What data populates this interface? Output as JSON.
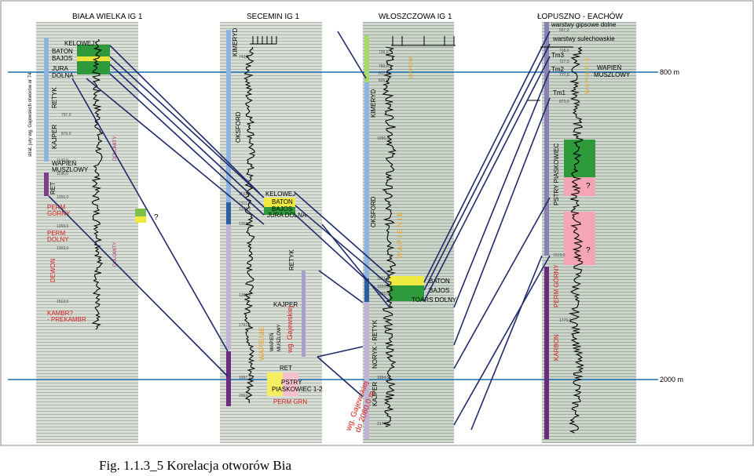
{
  "wells": {
    "bw": {
      "title": "BIAŁA WIELKA IG 1"
    },
    "sec": {
      "title": "SECEMIN IG 1"
    },
    "wl": {
      "title": "WŁOSZCZOWA IG 1"
    },
    "lop": {
      "title": "ŁOPUSZNO - EACHÓW"
    }
  },
  "depth_markers": {
    "d800": "800 m",
    "d2000": "2000 m"
  },
  "side_note": "strat. jury wg. Gajewskich otworów nr 74",
  "bw_units": {
    "kelowej": "KELOWEJ",
    "baton": "BATON",
    "bajos": "BAJOS",
    "jura": "JURA",
    "dolna": "DOLNA",
    "retyk": "RETYK",
    "kajper": "KAJPER",
    "wapien": "WAPIEŃ",
    "muszlowy": "MUSZLOWY",
    "ret": "RET",
    "perm_gorny_1": "PERM",
    "perm_gorny_2": "GÓRNY",
    "perm_dolny_1": "PERM",
    "perm_dolny_2": "DOLNY",
    "dewon": "DEWON",
    "kambr_1": "KAMBR?",
    "kambr_2": "- PREKAMBR",
    "dolomity_1": "DOLOMITY",
    "dolomity_2": "DOLOMITY",
    "q": "?"
  },
  "bw_depths": [
    "797,0",
    "870,0",
    "1147,0",
    "1196,0",
    "1256,0",
    "1269,0",
    "1303,0",
    "1512,0"
  ],
  "sec_units": {
    "kimeryd": "KIMERYD",
    "oksford": "OKSFORD",
    "kelowej": "KELOWEJ",
    "baton": "BATON",
    "bajos": "BAJOS",
    "jura_dolna": "JURA DOLNA",
    "retyk": "RETYK",
    "kajper": "KAJPER",
    "wapien": "WAPIEŃ",
    "muszlowy": "MUSZLOWY",
    "wg": "wg. Gajewskiej",
    "ret": "RET",
    "pstry": "PSTRY",
    "piaskowiec": "PIASKOWIEC 1-2",
    "perm_grn": "PERM GRN",
    "wapienie_sec": "WAPIENIE"
  },
  "sec_depths": [
    "743,0",
    "1191,0",
    "1311,0",
    "1331,0",
    "1352,0",
    "1366,5",
    "1792,5",
    "1997,2",
    "2063,0"
  ],
  "wl_units": {
    "kimeryd": "KIMERYD",
    "oksford": "OKSFORD",
    "wapienie": "W  A  P  I  E  N  I  E",
    "wapienie_top": "WAPIENIE",
    "baton": "BATON",
    "bajos": "BAJOS",
    "toars": "TOARS DOLNY",
    "noryk": "NORYK - RETYK",
    "kajper": "KAJPER",
    "wg_red": "wg. Gajewskiej",
    "do_2080": "do 2080,0 m"
  },
  "wl_depths": [
    "726,0",
    "793,0",
    "817,0",
    "826,0",
    "1096,0",
    "1611,0",
    "1656,0",
    "1666,0",
    "1994,0",
    "2174,0"
  ],
  "lop_units": {
    "gips_1": "warstwy gipsowe dolne",
    "sulechow": "warstwy sulechowskie",
    "tm3": "Tm3",
    "tm2": "Tm2",
    "tm1": "Tm1",
    "wapien": "WAPIEŃ",
    "muszlowy": "MUSZLOWY",
    "pstry": "PSTRY PIASKOWIEC",
    "perm_gorny": "PERM GÓRNY",
    "karbon": "KARBON",
    "q1": "?",
    "q2": "?",
    "wapienie_lop": "W A P I E N I E"
  },
  "lop_depths": [
    "557,0",
    "718,0",
    "727,0",
    "777,0",
    "873,0",
    "1519,0",
    "1775,0"
  ],
  "caption": "Fig. 1.1.3_5  Korelacja otworów Bia"
}
